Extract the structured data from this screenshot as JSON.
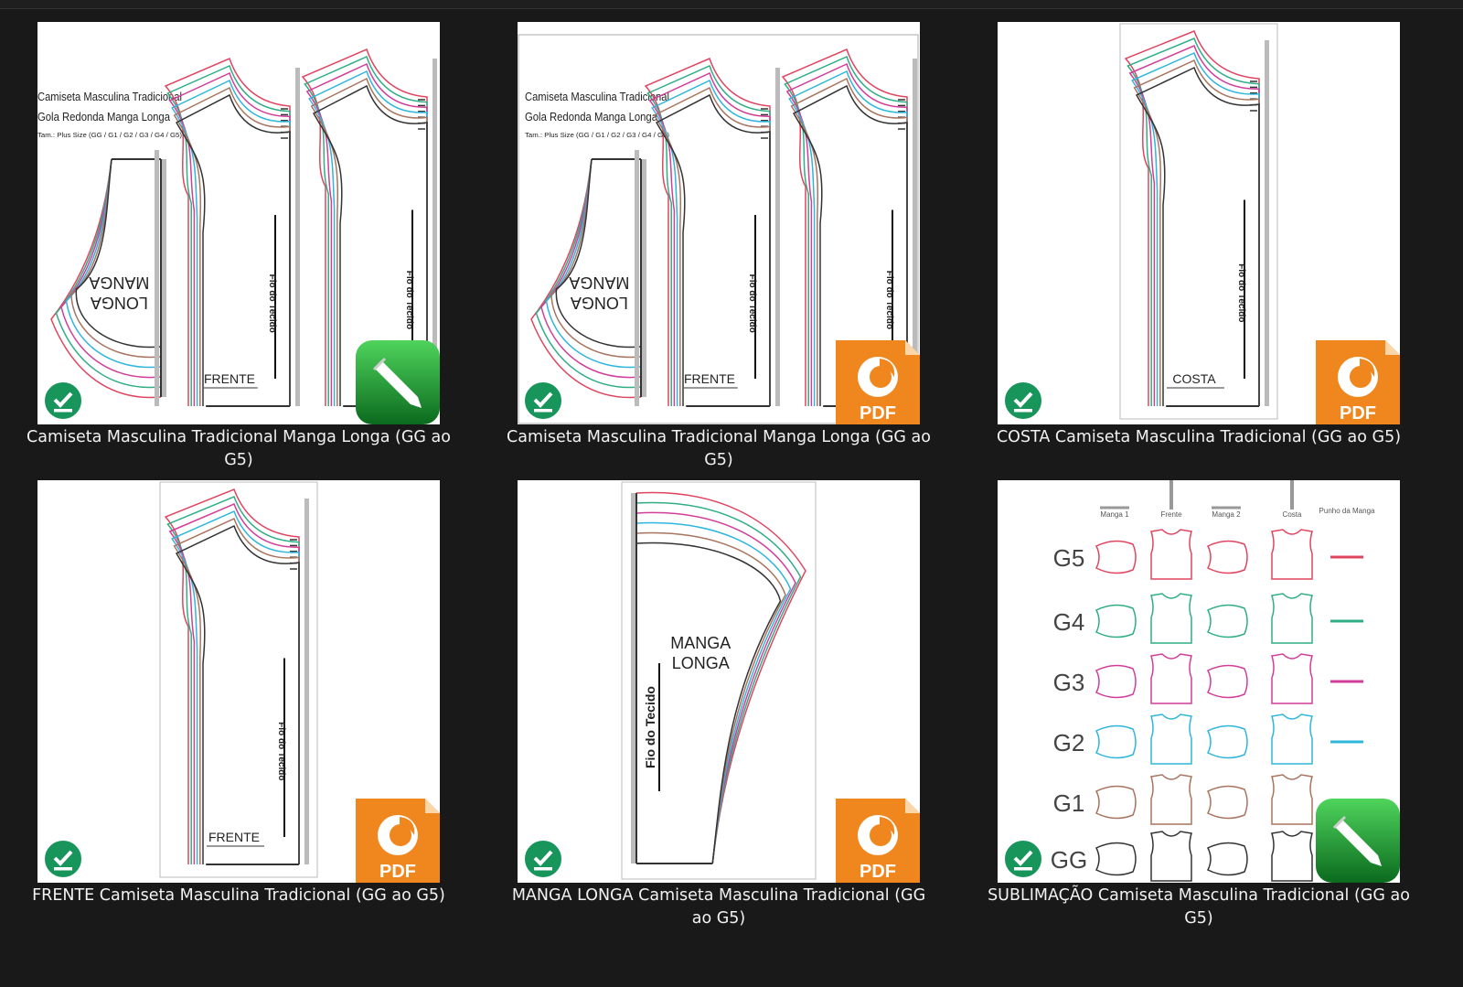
{
  "colors": {
    "background": "#191919",
    "sync": "#17955a",
    "pdf": "#f0861e",
    "editor": "#1e9a3a"
  },
  "size_colors": {
    "G5": "#e0455f",
    "G4": "#2fae86",
    "G3": "#d23d9a",
    "G2": "#2fb6dc",
    "G1": "#a8745f",
    "GG": "#333333"
  },
  "files": [
    {
      "name": "Camiseta Masculina Tradicional Manga Longa (GG ao G5)",
      "type": "editor",
      "status": "synced",
      "preview": "layout",
      "preview_text": {
        "title1": "Camiseta Masculina Tradicional",
        "title2": "Gola Redonda Manga Longa",
        "sizes": "Tam.: Plus Size (GG / G1 / G2 / G3 / G4 / G5)",
        "sleeve": "MANGA",
        "sleeve2": "LONGA",
        "front": "FRENTE",
        "grain": "Fio do Tecido"
      }
    },
    {
      "name": "Camiseta Masculina Tradicional Manga Longa (GG ao G5)",
      "type": "pdf",
      "status": "synced",
      "preview": "layout",
      "preview_text": {
        "title1": "Camiseta Masculina Tradicional",
        "title2": "Gola Redonda Manga Longa",
        "sizes": "Tam.: Plus Size (GG / G1 / G2 / G3 / G4 / G5)",
        "sleeve": "MANGA",
        "sleeve2": "LONGA",
        "front": "FRENTE",
        "grain": "Fio do Tecido"
      }
    },
    {
      "name": "COSTA Camiseta Masculina Tradicional (GG ao G5)",
      "type": "pdf",
      "status": "synced",
      "preview": "bodice",
      "preview_text": {
        "piece": "COSTA",
        "grain": "Fio do Tecido"
      }
    },
    {
      "name": "FRENTE Camiseta Masculina Tradicional (GG ao G5)",
      "type": "pdf",
      "status": "synced",
      "preview": "bodice",
      "preview_text": {
        "piece": "FRENTE",
        "grain": "Fio do Tecido"
      }
    },
    {
      "name": "MANGA LONGA Camiseta Masculina Tradicional (GG ao G5)",
      "type": "pdf",
      "status": "synced",
      "preview": "sleeve",
      "preview_text": {
        "piece": "MANGA",
        "piece2": "LONGA",
        "grain": "Fio do Tecido"
      }
    },
    {
      "name": "SUBLIMAÇÃO Camiseta Masculina Tradicional (GG ao G5)",
      "type": "editor",
      "status": "synced",
      "preview": "chart",
      "preview_text": {
        "columns": [
          "Manga 1",
          "Frente",
          "Manga 2",
          "Costa",
          "Punho da Manga"
        ],
        "rows": [
          "G5",
          "G4",
          "G3",
          "G2",
          "G1",
          "GG"
        ]
      }
    }
  ],
  "type_labels": {
    "pdf": "PDF"
  }
}
